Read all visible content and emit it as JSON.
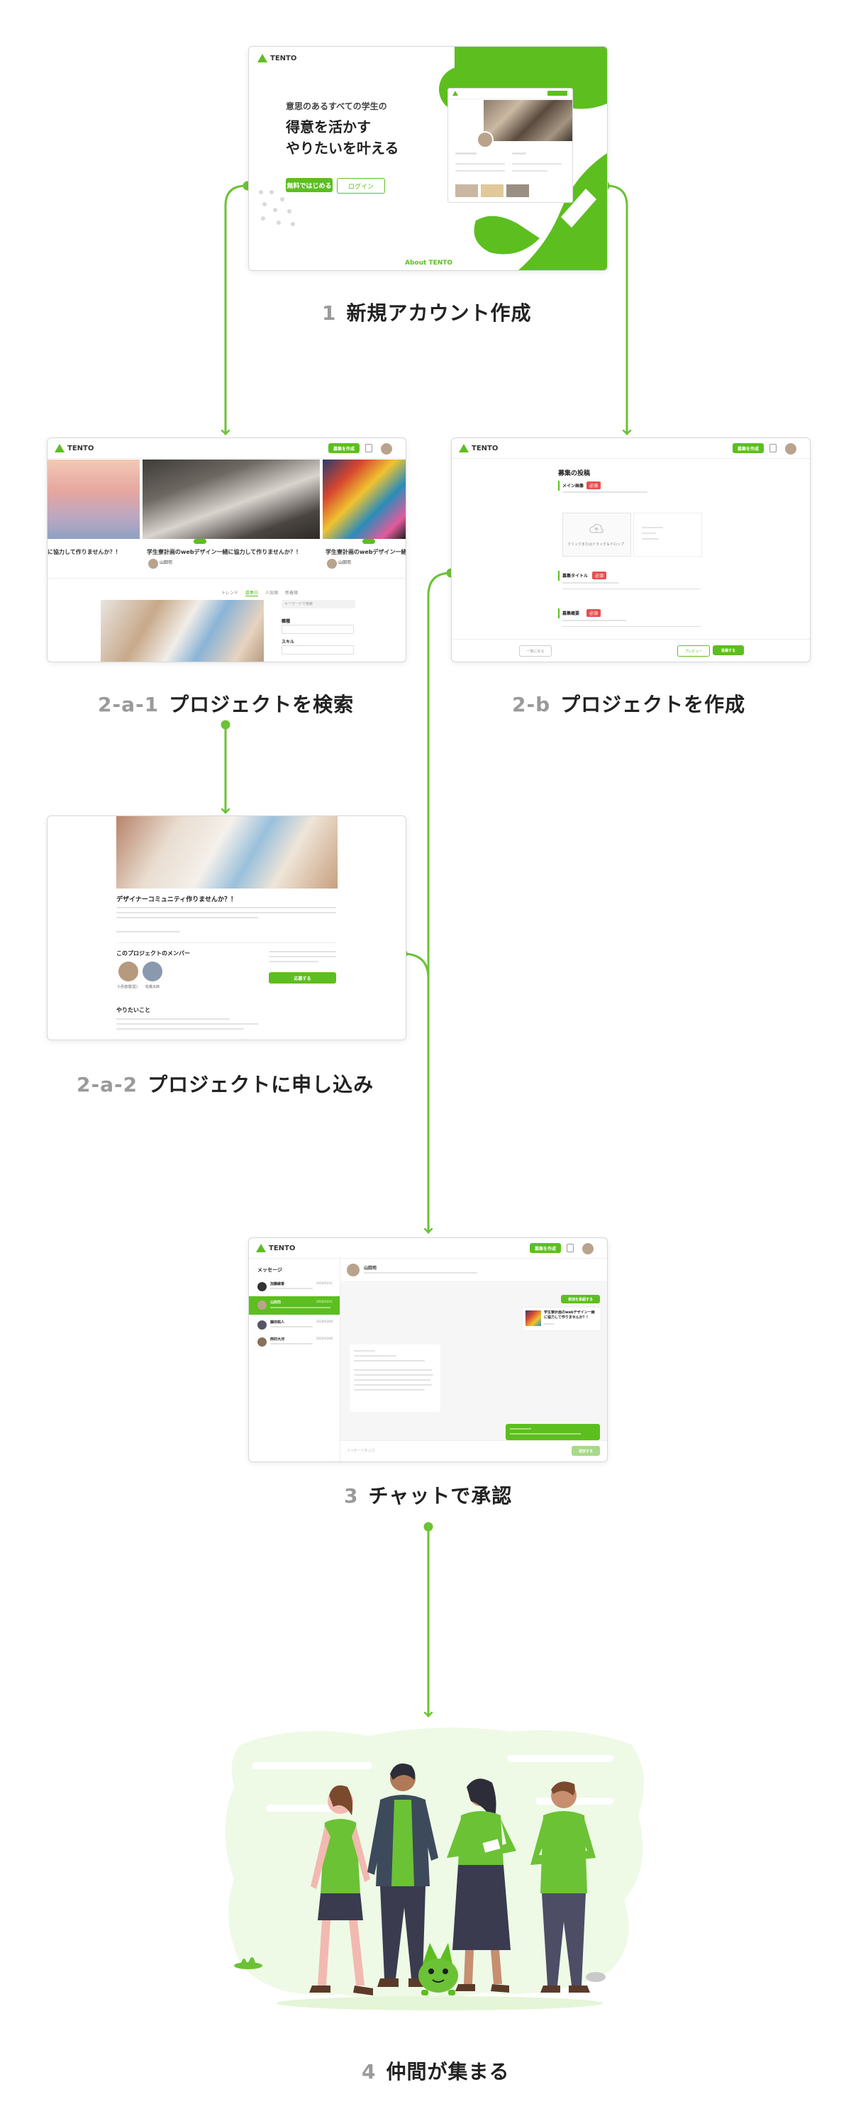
{
  "app": {
    "brand": "TENTO"
  },
  "steps": {
    "s1": {
      "num": "1",
      "label": "新規アカウント作成"
    },
    "s2a1": {
      "num": "2-a-1",
      "label": "プロジェクトを検索"
    },
    "s2b": {
      "num": "2-b",
      "label": "プロジェクトを作成"
    },
    "s2a2": {
      "num": "2-a-2",
      "label": "プロジェクトに申し込み"
    },
    "s3": {
      "num": "3",
      "label": "チャットで承認"
    },
    "s4": {
      "num": "4",
      "label": "仲間が集まる"
    }
  },
  "landing": {
    "tagline": "意思のあるすべての学生の",
    "headline_1": "得意を活かす",
    "headline_2": "やりたいを叶える",
    "register_button": "無料ではじめる",
    "login_button": "ログイン",
    "about_link": "About TENTO"
  },
  "search": {
    "create_button": "募集を作成",
    "card_left_title": "に協力して作りませんか？！",
    "card_mid_title": "学生寮計画のwebデザイン一緒に協力して作りませんか？！",
    "card_right_title": "学生寮計画のwebデザイン一緒に",
    "author": "山田司",
    "filters": [
      "トレンド",
      "募集中",
      "人気順",
      "新着順"
    ],
    "keyword_placeholder": "キーワードで検索",
    "category_label": "職種",
    "skill_label": "スキル"
  },
  "create": {
    "create_button": "募集を作成",
    "heading": "募集の投稿",
    "main_image_label": "メイン画像",
    "required_tag": "必須",
    "upload_text": "クリックまたはドラッグ＆ドロップ",
    "title_label": "募集タイトル",
    "detail_label": "募集概要",
    "back_button": "一覧に戻る",
    "preview_button": "プレビュー",
    "submit_button": "投稿する"
  },
  "detail": {
    "title": "デザイナーコミュニティ作りませんか？！",
    "members_heading": "このプロジェクトのメンバー",
    "member_1": "小島悠理(監)",
    "member_2": "佐藤太郎",
    "apply_button": "応募する",
    "todo_heading": "やりたいこと"
  },
  "chat": {
    "create_button": "募集を作成",
    "sidebar_title": "メッセージ",
    "threads": [
      {
        "name": "加藤綾香",
        "time": "2020/03/11"
      },
      {
        "name": "山田司",
        "time": "2020/03/11"
      },
      {
        "name": "藤田祐人",
        "time": "2020/03/09"
      },
      {
        "name": "西村大河",
        "time": "2020/03/06"
      }
    ],
    "header_name": "山田司",
    "approve_button": "参加を承認する",
    "project_card_title": "学生寮計画のwebデザイン一緒に協力して作りませんか？！",
    "input_placeholder": "メッセージを入力",
    "send_button": "送信する"
  },
  "colors": {
    "accent": "#5cbf1f",
    "arrow": "#6cc235",
    "caption_num": "#9a9a9a"
  }
}
